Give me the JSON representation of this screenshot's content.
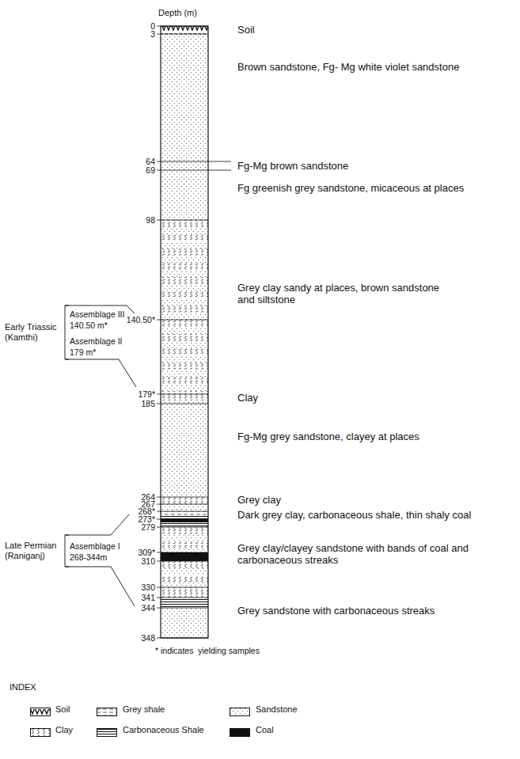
{
  "diagram": {
    "labels": [
      "Depth (m)",
      "0",
      "3",
      "64",
      "69",
      "98",
      "140.50*",
      "179*",
      "185",
      "264",
      "267",
      "268*",
      "273*",
      "279",
      "309*",
      "310",
      "330",
      "341",
      "344",
      "348",
      "Soil",
      "Brown sandstone, Fg- Mg white violet sandstone",
      "Fg-Mg brown sandstone",
      "Fg greenish grey sandstone, micaceous at places",
      "Grey clay sandy at places, brown sandstone and siltstone",
      "Clay",
      "Fg-Mg grey sandstone, clayey at places",
      "Grey clay",
      "Dark grey clay, carbonaceous shale, thin shaly coal",
      "Grey clay/clayey sandstone with bands of coal and carbonaceous streaks",
      "Grey sandstone with carbonaceous streaks",
      "Early Triassic (Kamthi)",
      "Assemblage III",
      "140.50 m*",
      "Assemblage II",
      "179 m*",
      "Late Permian (Raniganj)",
      "Assemblage I",
      "268-344m",
      "* indicates  yielding samples",
      "INDEX"
    ],
    "legend": [
      {
        "text": "Soil"
      },
      {
        "text": "Grey shale"
      },
      {
        "text": "Sandstone"
      },
      {
        "text": "Clay"
      },
      {
        "text": "Carbonaceous Shale"
      },
      {
        "text": "Coal"
      }
    ]
  }
}
